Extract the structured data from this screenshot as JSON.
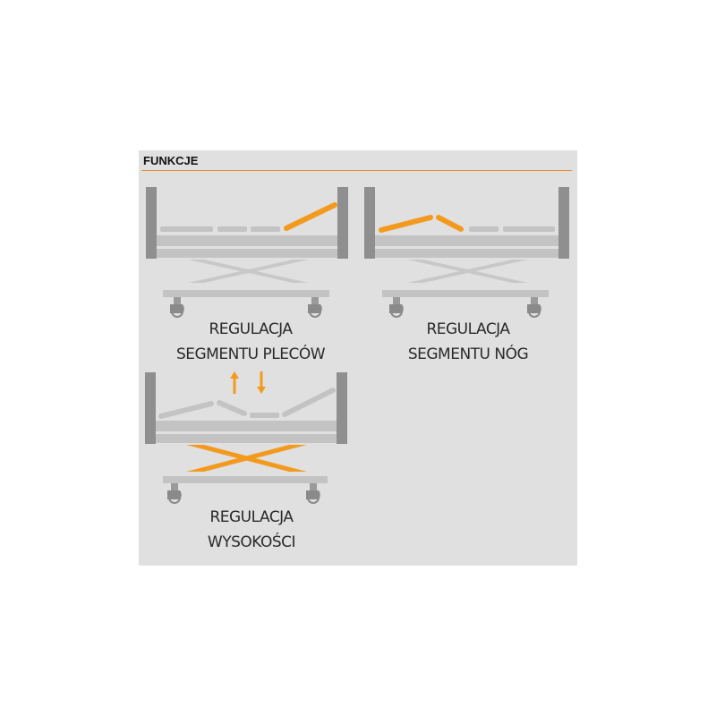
{
  "header": {
    "title": "FUNKCJE"
  },
  "colors": {
    "accent": "#f39a1e",
    "frame": "#8f8f8f",
    "deck": "#c3c3c3",
    "background": "#e0e0e0"
  },
  "functions": [
    {
      "line1": "REGULACJA",
      "line2": "SEGMENTU PLECÓW",
      "icon": "bed-backrest-adjust-icon"
    },
    {
      "line1": "REGULACJA",
      "line2": "SEGMENTU NÓG",
      "icon": "bed-legrest-adjust-icon"
    },
    {
      "line1": "REGULACJA",
      "line2": "WYSOKOŚCI",
      "icon": "bed-height-adjust-icon"
    }
  ]
}
